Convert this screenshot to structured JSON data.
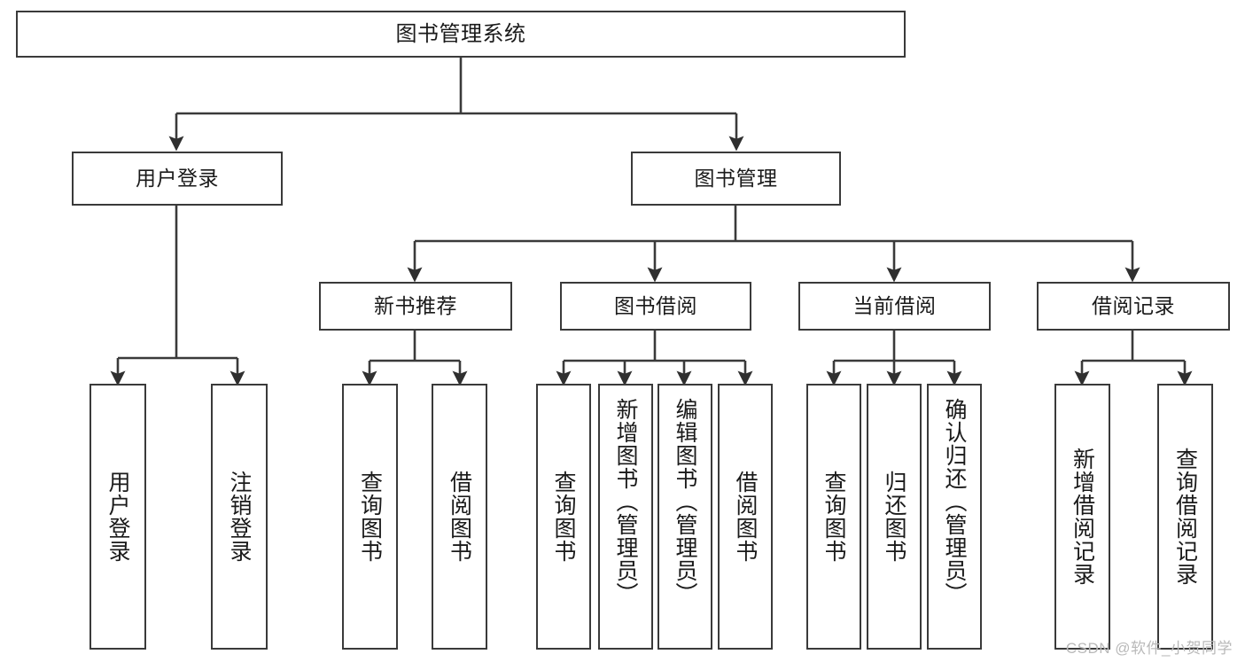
{
  "diagram": {
    "title": "图书管理系统",
    "type": "function-structure-tree",
    "watermark": "CSDN @软件_小贺同学",
    "colors": {
      "background": "#ffffff",
      "stroke": "#3a3a3a",
      "text": "#1a1a1a",
      "watermark": "#b9b9b9"
    },
    "root": {
      "label": "图书管理系统"
    },
    "level2": [
      {
        "id": "user-login",
        "label": "用户登录"
      },
      {
        "id": "book-manage",
        "label": "图书管理"
      }
    ],
    "level3": [
      {
        "id": "new-book-rec",
        "label": "新书推荐",
        "parent": "book-manage"
      },
      {
        "id": "book-borrow",
        "label": "图书借阅",
        "parent": "book-manage"
      },
      {
        "id": "current-borrow",
        "label": "当前借阅",
        "parent": "book-manage"
      },
      {
        "id": "borrow-record",
        "label": "借阅记录",
        "parent": "book-manage"
      }
    ],
    "leaves": [
      {
        "id": "leaf-user-login",
        "label": "用户登录",
        "parent": "user-login"
      },
      {
        "id": "leaf-logout",
        "label": "注销登录",
        "parent": "user-login"
      },
      {
        "id": "leaf-rec-query-book",
        "label": "查询图书",
        "parent": "new-book-rec"
      },
      {
        "id": "leaf-rec-borrow-book",
        "label": "借阅图书",
        "parent": "new-book-rec"
      },
      {
        "id": "leaf-borrow-query-book",
        "label": "查询图书",
        "parent": "book-borrow"
      },
      {
        "id": "leaf-add-book",
        "label": "新增图书（管理员）",
        "parent": "book-borrow"
      },
      {
        "id": "leaf-edit-book",
        "label": "编辑图书（管理员）",
        "parent": "book-borrow"
      },
      {
        "id": "leaf-borrow-book",
        "label": "借阅图书",
        "parent": "book-borrow"
      },
      {
        "id": "leaf-cur-query-book",
        "label": "查询图书",
        "parent": "current-borrow"
      },
      {
        "id": "leaf-return-book",
        "label": "归还图书",
        "parent": "current-borrow"
      },
      {
        "id": "leaf-confirm-return",
        "label": "确认归还（管理员）",
        "parent": "current-borrow"
      },
      {
        "id": "leaf-add-record",
        "label": "新增借阅记录",
        "parent": "borrow-record"
      },
      {
        "id": "leaf-query-record",
        "label": "查询借阅记录",
        "parent": "borrow-record"
      }
    ]
  }
}
